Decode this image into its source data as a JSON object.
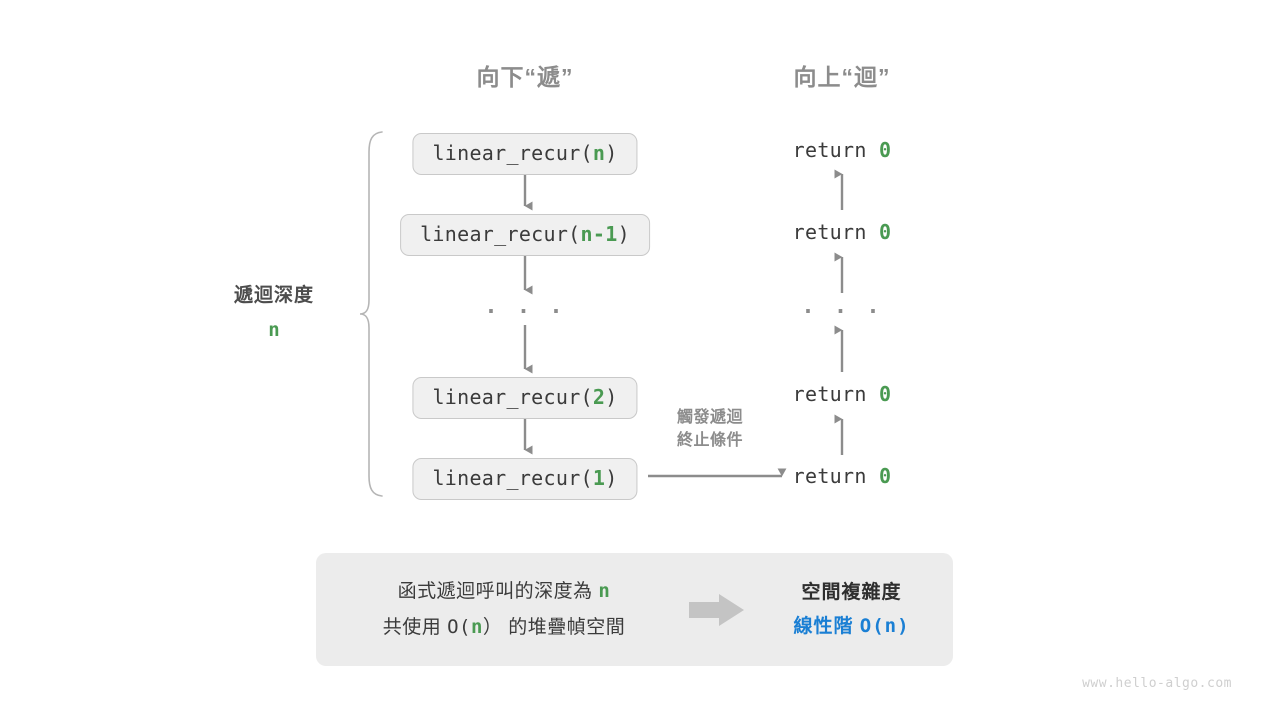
{
  "headers": {
    "down": "向下“遞”",
    "up": "向上“迴”"
  },
  "depth": {
    "label": "遞迴深度",
    "variable": "n"
  },
  "call_stack": [
    {
      "prefix": "linear_recur(",
      "arg": "n",
      "suffix": ")"
    },
    {
      "prefix": "linear_recur(",
      "arg": "n-1",
      "suffix": ")"
    },
    {
      "prefix": "linear_recur(",
      "arg": "2",
      "suffix": ")"
    },
    {
      "prefix": "linear_recur(",
      "arg": "1",
      "suffix": ")"
    }
  ],
  "ellipsis": "· · ·",
  "returns": [
    {
      "keyword": "return ",
      "value": "0"
    },
    {
      "keyword": "return ",
      "value": "0"
    },
    {
      "keyword": "return ",
      "value": "0"
    },
    {
      "keyword": "return ",
      "value": "0"
    }
  ],
  "note": {
    "line1": "觸發遞迴",
    "line2": "終止條件"
  },
  "summary": {
    "left_line1_pre": "函式遞迴呼叫的深度為 ",
    "left_line1_var": "n",
    "left_line2_pre": "共使用 ",
    "left_line2_o": "O(",
    "left_line2_var": "n",
    "left_line2_close": "）",
    "left_line2_post": " 的堆疊幀空間",
    "right_title": "空間複雜度",
    "right_value_text": "線性階 ",
    "right_value_mono": "O(n)"
  },
  "watermark": "www.hello-algo.com",
  "colors": {
    "accent_green": "#4a9a52",
    "accent_blue": "#1a7fd4",
    "arrow_gray": "#8c8c8c",
    "box_bg": "#f0f0f0",
    "panel_bg": "#ececec",
    "text_dark": "#3b3b3b"
  }
}
